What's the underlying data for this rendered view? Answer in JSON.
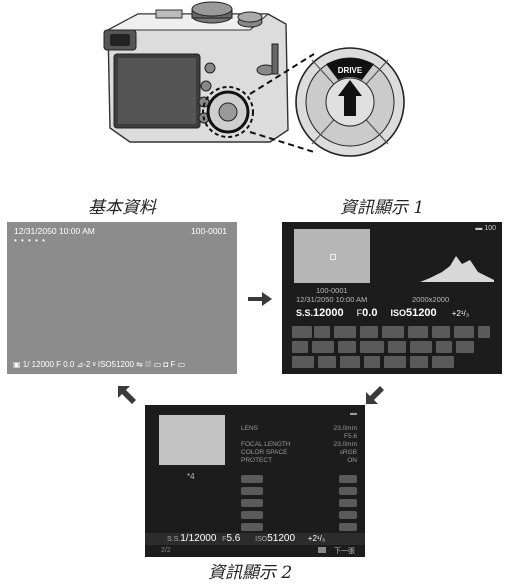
{
  "camera_illustration": {
    "button_label": "DRIVE"
  },
  "captions": {
    "basic": "基本資料",
    "info1": "資訊顯示 1",
    "info2": "資訊顯示 2"
  },
  "basic_screen": {
    "datetime": "12/31/2050 10:00 AM",
    "frame_no": "100-0001",
    "stars": "• • • • •",
    "status_line": "▣ 1/ 12000 F 0.0 ⊿-2 ᵍ ISO51200 ⇋ ⛆ ▭ ◘ F ▭"
  },
  "info1_screen": {
    "battery": "▬ 100",
    "frame_no": "100-0001",
    "datetime": "12/31/2050 10:00 AM",
    "image_size": "2000x2000",
    "shutter_label": "S.S.",
    "shutter": "12000",
    "aperture_label": "F",
    "aperture": "0.0",
    "iso_label": "ISO",
    "iso": "51200",
    "exposure_comp": "+2¹/₃"
  },
  "info2_screen": {
    "star_count": "*4",
    "details": [
      {
        "label": "LENS",
        "value": "23.0mm"
      },
      {
        "label": "",
        "value": "F5.6"
      },
      {
        "label": "FOCAL LENGTH",
        "value": "23.0mm"
      },
      {
        "label": "COLOR SPACE",
        "value": "sRGB"
      },
      {
        "label": "PROTECT",
        "value": "ON"
      }
    ],
    "shutter_label": "S.S.",
    "shutter": "1/12000",
    "aperture_label": "F",
    "aperture": "5.6",
    "iso_label": "ISO",
    "iso": "51200",
    "exposure_comp": "+2¹/₃",
    "page": "2/2",
    "next_label": "下一張"
  },
  "colors": {
    "lcd_gray": "#8c8c8c",
    "lcd_dark": "#1c1c1c",
    "arrow": "#3a3a3a"
  }
}
